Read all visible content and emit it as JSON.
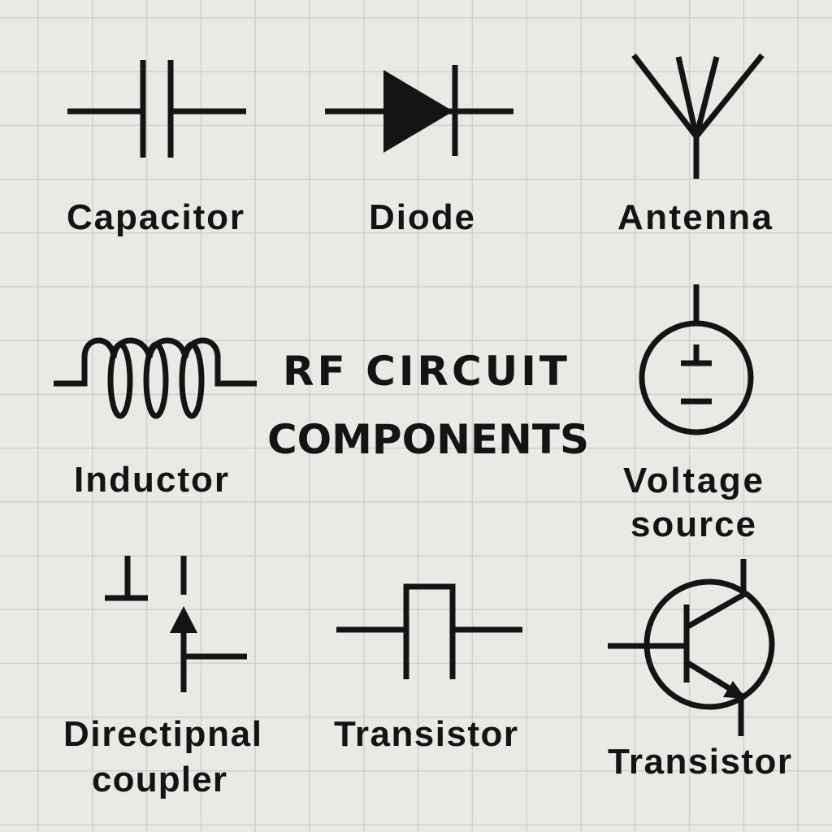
{
  "title": {
    "line1": "RF CIRCUIT",
    "line2": "COMPONENTS"
  },
  "components": [
    {
      "id": "capacitor",
      "label": "Capacitor"
    },
    {
      "id": "diode",
      "label": "Diode"
    },
    {
      "id": "antenna",
      "label": "Antenna"
    },
    {
      "id": "inductor",
      "label": "Inductor"
    },
    {
      "id": "voltage-source",
      "label_line1": "Voltage",
      "label_line2": "source"
    },
    {
      "id": "directional-coupler",
      "label_line1": "Directipnal",
      "label_line2": "coupler"
    },
    {
      "id": "transistor-pulse",
      "label": "Transistor"
    },
    {
      "id": "transistor-bjt",
      "label": "Transistor"
    }
  ],
  "colors": {
    "background": "#ebe9e6",
    "ink": "#141414",
    "grid": "#d2d0cd"
  }
}
